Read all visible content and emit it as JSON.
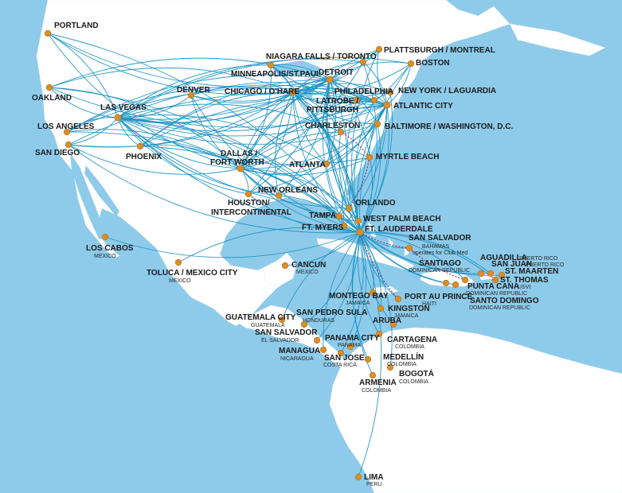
{
  "map": {
    "colors": {
      "ocean": "#8ecbea",
      "land": "#ffffff",
      "route": "#1e93c4",
      "dot": "#d88e2a",
      "seasonal": "#8c2b6b"
    }
  },
  "cities": [
    {
      "id": "portland",
      "label": "PORTLAND",
      "sub": ""
    },
    {
      "id": "plattsburgh",
      "label": "PLATTSBURGH / MONTREAL",
      "sub": ""
    },
    {
      "id": "niagara",
      "label": "NIAGARA FALLS / TORONTO",
      "sub": ""
    },
    {
      "id": "boston",
      "label": "BOSTON",
      "sub": ""
    },
    {
      "id": "minneapolis",
      "label": "MINNEAPOLIS/ST.PAUL",
      "sub": ""
    },
    {
      "id": "detroit",
      "label": "DETROIT",
      "sub": ""
    },
    {
      "id": "oakland",
      "label": "OAKLAND",
      "sub": ""
    },
    {
      "id": "denver",
      "label": "DENVER",
      "sub": ""
    },
    {
      "id": "chicago",
      "label": "CHICAGO / O'HARE",
      "sub": ""
    },
    {
      "id": "philadelphia",
      "label": "PHILADELPHIA",
      "sub": ""
    },
    {
      "id": "newyork",
      "label": "NEW YORK / LAGUARDIA",
      "sub": ""
    },
    {
      "id": "latrobe",
      "label": "LATROBE / PITTSBURGH",
      "sub": ""
    },
    {
      "id": "atlanticcity",
      "label": "ATLANTIC CITY",
      "sub": ""
    },
    {
      "id": "lasvegas",
      "label": "LAS VEGAS",
      "sub": ""
    },
    {
      "id": "losangeles",
      "label": "LOS ANGELES",
      "sub": ""
    },
    {
      "id": "charleston",
      "label": "CHARLESTON",
      "sub": ""
    },
    {
      "id": "baltimore",
      "label": "BALTIMORE / WASHINGTON, D.C.",
      "sub": ""
    },
    {
      "id": "sandiego",
      "label": "SAN DIEGO",
      "sub": ""
    },
    {
      "id": "phoenix",
      "label": "PHOENIX",
      "sub": ""
    },
    {
      "id": "dallas",
      "label": "DALLAS / FORT WORTH",
      "sub": ""
    },
    {
      "id": "myrtle",
      "label": "MYRTLE  BEACH",
      "sub": ""
    },
    {
      "id": "atlanta",
      "label": "ATLANTA",
      "sub": ""
    },
    {
      "id": "neworleans",
      "label": "NEW ORLEANS",
      "sub": ""
    },
    {
      "id": "houston",
      "label": "HOUSTON/ INTERCONTINENTAL",
      "sub": ""
    },
    {
      "id": "orlando",
      "label": "ORLANDO",
      "sub": ""
    },
    {
      "id": "tampa",
      "label": "TAMPA",
      "sub": ""
    },
    {
      "id": "westpalm",
      "label": "WEST PALM BEACH",
      "sub": ""
    },
    {
      "id": "ftmyers",
      "label": "FT. MYERS",
      "sub": ""
    },
    {
      "id": "ftlauderdale",
      "label": "FT. LAUDERDALE",
      "sub": ""
    },
    {
      "id": "sansalvadorbh",
      "label": "SAN SALVADOR",
      "sub": "BAHAMAS operates for Club Med"
    },
    {
      "id": "loscabos",
      "label": "LOS CABOS",
      "sub": "MEXICO"
    },
    {
      "id": "aguadilla",
      "label": "AGUADILLA",
      "sub": "PUERTO RICO"
    },
    {
      "id": "sanjuan",
      "label": "SAN JUAN",
      "sub": "PUERTO RICO"
    },
    {
      "id": "santiago",
      "label": "SANTIAGO",
      "sub": "DOMINICAN REPUBLIC"
    },
    {
      "id": "cancun",
      "label": "CANCUN",
      "sub": "MEXICO"
    },
    {
      "id": "stmaarten",
      "label": "ST. MAARTEN",
      "sub": ""
    },
    {
      "id": "stthomas",
      "label": "ST. THOMAS",
      "sub": "USVI"
    },
    {
      "id": "toluca",
      "label": "TOLUCA / MEXICO CITY",
      "sub": "MEXICO"
    },
    {
      "id": "puntacana",
      "label": "PUNTA CANA",
      "sub": "DOMINICAN REPUBLIC"
    },
    {
      "id": "santodomingo",
      "label": "SANTO DOMINGO",
      "sub": "DOMINICAN REPUBLIC"
    },
    {
      "id": "montego",
      "label": "MONTEGO BAY",
      "sub": "JAMAICA"
    },
    {
      "id": "portauprince",
      "label": "PORT AU PRINCE",
      "sub": "HAITI"
    },
    {
      "id": "kingston",
      "label": "KINGSTON",
      "sub": "JAMAICA"
    },
    {
      "id": "guatemala",
      "label": "GUATEMALA CITY",
      "sub": "GUATEMALA"
    },
    {
      "id": "sanpedro",
      "label": "SAN PEDRO SULA",
      "sub": "HONDURAS"
    },
    {
      "id": "aruba",
      "label": "ARUBA",
      "sub": ""
    },
    {
      "id": "sansalvador",
      "label": "SAN SALVADOR",
      "sub": "EL SALVADOR"
    },
    {
      "id": "cartagena",
      "label": "CARTAGENA",
      "sub": "COLOMBIA"
    },
    {
      "id": "panama",
      "label": "PANAMA CITY",
      "sub": "PANAMA"
    },
    {
      "id": "managua",
      "label": "MANAGUA",
      "sub": "NICARAGUA"
    },
    {
      "id": "sanjose",
      "label": "SAN JOSE",
      "sub": "COSTA RICA"
    },
    {
      "id": "medellin",
      "label": "MEDELLÍN",
      "sub": "COLOMBIA"
    },
    {
      "id": "bogota",
      "label": "BOGOTÁ",
      "sub": "COLOMBIA"
    },
    {
      "id": "armenia",
      "label": "ARMENIA",
      "sub": "COLOMBIA"
    },
    {
      "id": "lima",
      "label": "LIMA",
      "sub": "PERU"
    }
  ]
}
